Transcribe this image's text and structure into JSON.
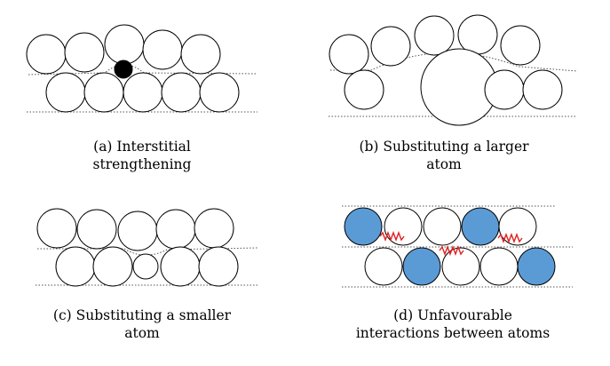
{
  "panels": [
    {
      "caption_line1": "(a) Interstitial",
      "caption_line2": "strengthening"
    },
    {
      "caption_line1": "(b) Substituting a larger",
      "caption_line2": "atom"
    },
    {
      "caption_line1": "(c) Substituting a smaller",
      "caption_line2": "atom"
    },
    {
      "caption_line1": "(d) Unfavourable",
      "caption_line2": "interactions between atoms"
    }
  ],
  "colors": {
    "solute_atom": "#5b9bd5",
    "interstitial_atom": "#000000",
    "interaction_spring": "#e02020"
  }
}
